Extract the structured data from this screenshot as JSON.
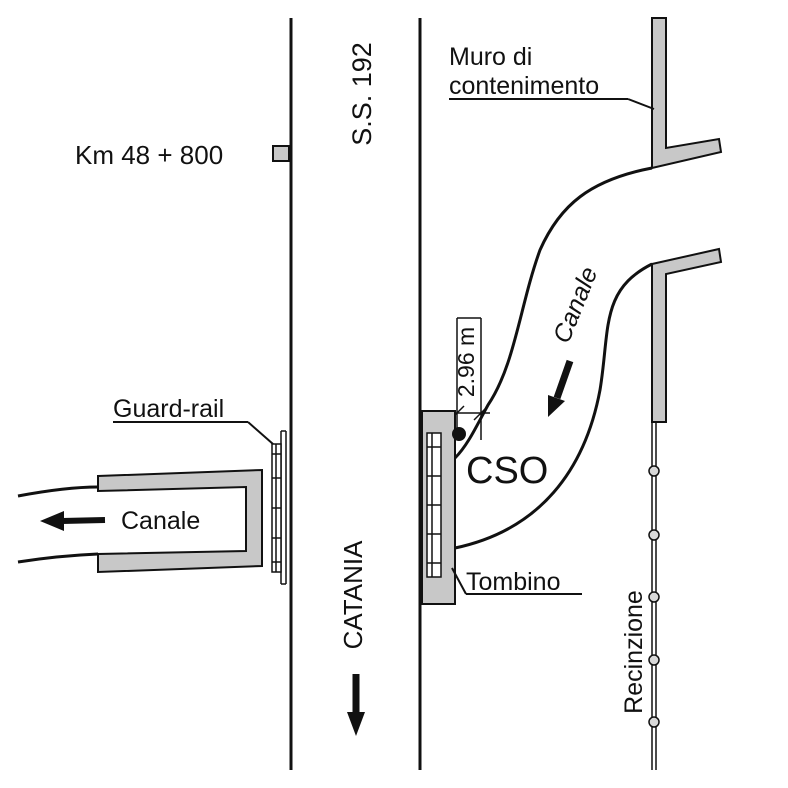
{
  "labels": {
    "road_name": "S.S. 192",
    "kilometer": "Km 48 + 800",
    "wall_line1": "Muro di",
    "wall_line2": "contenimento",
    "guard_rail": "Guard-rail",
    "canal_left": "Canale",
    "canal_right": "Canale",
    "dimension": "2.96 m",
    "cso": "CSO",
    "tombino": "Tombino",
    "direction": "CATANIA",
    "fence": "Recinzione"
  },
  "colors": {
    "line": "#111111",
    "fill_gray": "#c8c8c8",
    "background": "#ffffff"
  }
}
